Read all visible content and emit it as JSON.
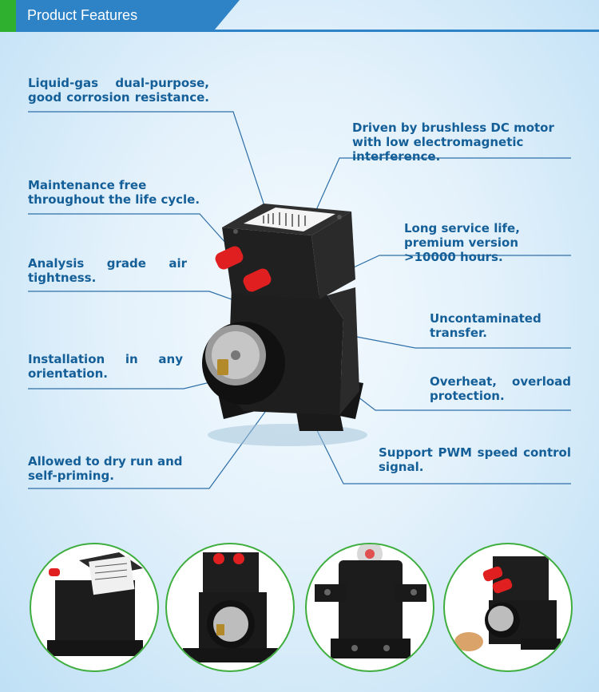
{
  "header": {
    "title": "Product Features"
  },
  "callouts": {
    "liquid_gas": "Liquid-gas dual-purpose, good corrosion resistance.",
    "maintenance": "Maintenance free throughout the life cycle.",
    "analysis": "Analysis grade air tightness.",
    "installation": "Installation in any orientation.",
    "dry_run": "Allowed to dry run and self-priming.",
    "brushless": "Driven by brushless DC motor with low electromagnetic interference.",
    "service_life": "Long service life, premium version >10000 hours.",
    "uncontaminated": "Uncontaminated transfer.",
    "overheat": "Overheat, overload protection.",
    "pwm": "Support PWM speed control signal."
  },
  "colors": {
    "brand_blue": "#2e83c7",
    "accent_green": "#2fb12f",
    "text_blue": "#155f99"
  }
}
